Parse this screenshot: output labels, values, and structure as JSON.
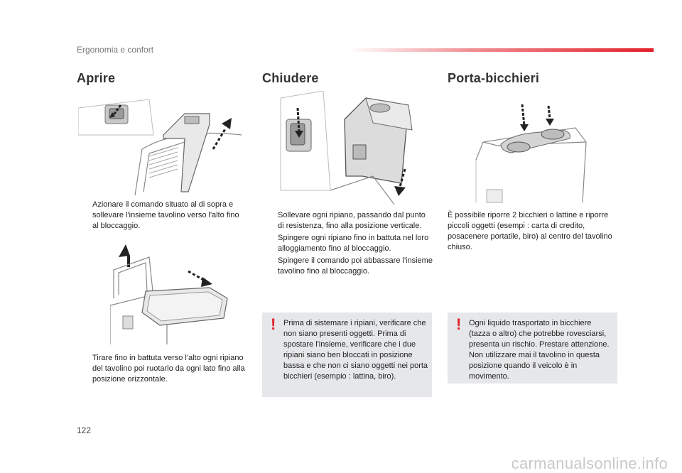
{
  "header": {
    "section": "Ergonomia e confort",
    "page_number": "122"
  },
  "columns": {
    "aprire": {
      "title": "Aprire",
      "step1": [
        "Azionare il comando situato al di sopra e sollevare l'insieme tavolino verso l'alto fino al bloccaggio."
      ],
      "step2": [
        "Tirare fino in battuta verso l'alto ogni ripiano del tavolino poi ruotarlo da ogni lato fino alla posizione orizzontale."
      ]
    },
    "chiudere": {
      "title": "Chiudere",
      "steps": [
        "Sollevare ogni ripiano, passando dal punto di resistenza, fino alla posizione verticale.",
        "Spingere ogni ripiano fino in battuta nel loro alloggiamento fino al bloccaggio.",
        "Spingere il comando poi abbassare l'insieme tavolino fino al bloccaggio."
      ],
      "warning": "Prima di sistemare i ripiani, verificare che non siano presenti oggetti. Prima di spostare l'insieme, verificare che i due ripiani siano ben bloccati in posizione bassa e che non ci siano oggetti nei porta bicchieri (esempio : lattina, biro)."
    },
    "porta_bicchieri": {
      "title": "Porta-bicchieri",
      "text": "È possibile riporre 2 bicchieri o lattine e riporre piccoli oggetti (esempi : carta di credito, posacenere portatile, biro) al centro del tavolino chiuso.",
      "warning": "Ogni liquido trasportato in bicchiere (tazza o altro) che potrebbe rovesciarsi, presenta un rischio. Prestare attenzione. Non utilizzare mai il tavolino in questa posizione quando il veicolo è in movimento."
    }
  },
  "icons": {
    "bullet": "",
    "warning": "!"
  },
  "watermark": "carmanualsonline.info",
  "colors": {
    "accent": "#e2202a",
    "warning_bg": "#e6e7e9"
  }
}
